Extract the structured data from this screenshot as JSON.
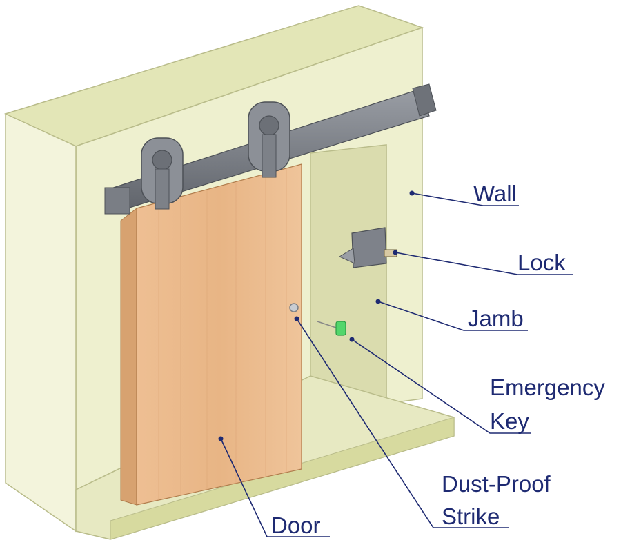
{
  "labels": {
    "wall": "Wall",
    "lock": "Lock",
    "jamb": "Jamb",
    "emergency_key_line1": "Emergency",
    "emergency_key_line2": "Key",
    "dust_proof_strike_line1": "Dust-Proof",
    "dust_proof_strike_line2": "Strike",
    "door": "Door"
  },
  "colors": {
    "label_text": "#1e2a72",
    "leader_line": "#1e2a72",
    "wall_front": "#eef0cf",
    "wall_top": "#e2e5b6",
    "wall_side": "#cfd2a0",
    "jamb": "#d9dcad",
    "door_wood": "#eab98b",
    "door_edge": "#d39e6c",
    "track": "#7b7f86",
    "emergency_key": "#4fd46a"
  }
}
